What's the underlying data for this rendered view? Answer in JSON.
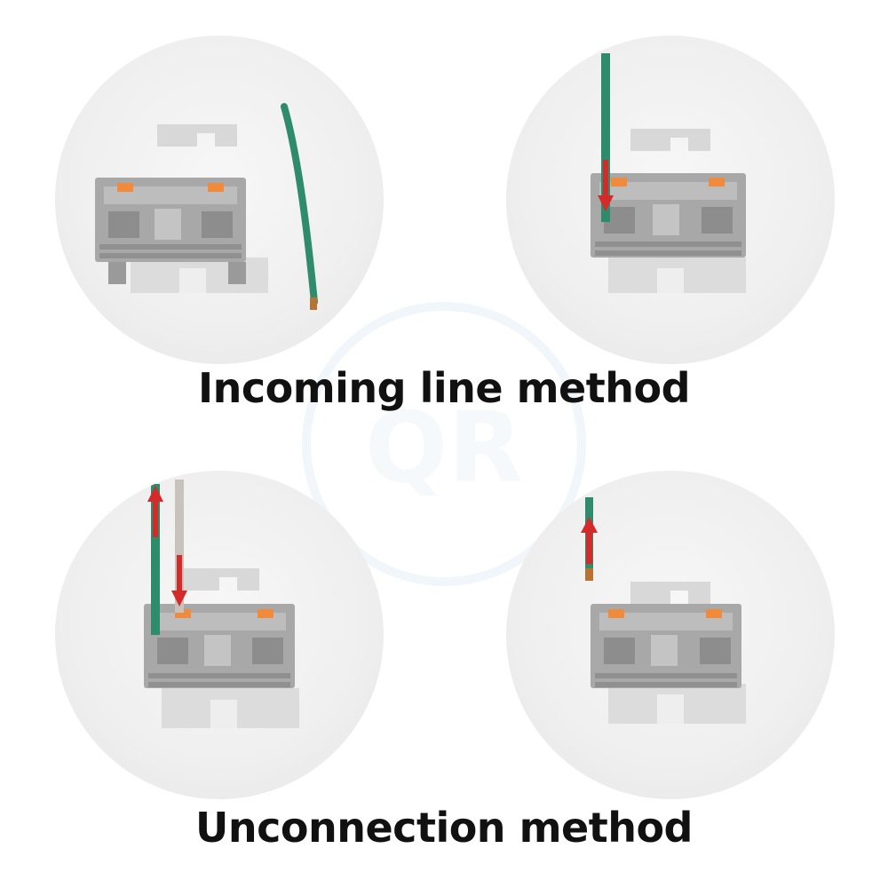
{
  "captions": {
    "incoming": "Incoming line method",
    "unconnection": "Unconnection method"
  },
  "watermark": {
    "text": "QR"
  },
  "colors": {
    "terminal_gray": "#a9a9a9",
    "spring_orange": "#f08a3c",
    "wire_green": "#2e8b6b",
    "arrow_red": "#d42a2a",
    "din_rail": "#d8d8d8"
  }
}
